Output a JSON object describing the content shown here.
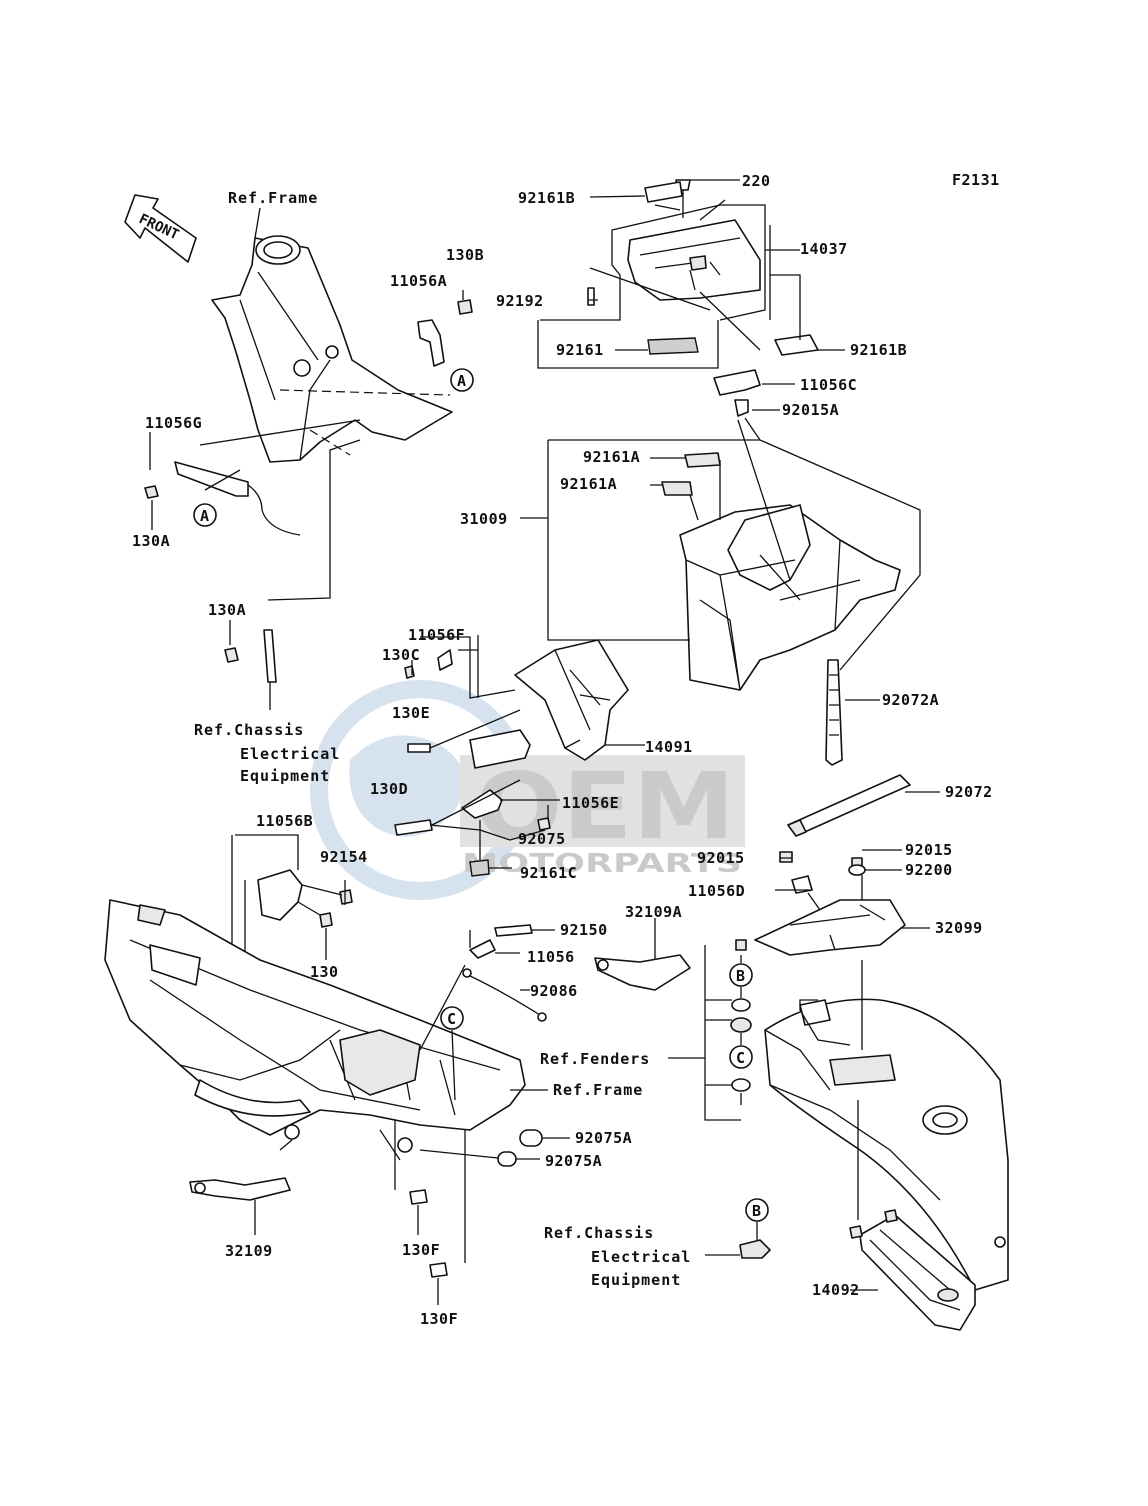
{
  "diagram": {
    "code": "F2131",
    "front_label": "FRONT",
    "watermark": {
      "brand": "OEM",
      "sub": "MOTORPARTS"
    },
    "references": {
      "ref_frame_top": "Ref.Frame",
      "ref_frame_mid": "Ref.Frame",
      "ref_fenders": "Ref.Fenders",
      "ref_chassis_1": [
        "Ref.Chassis",
        "Electrical",
        "Equipment"
      ],
      "ref_chassis_2": [
        "Ref.Chassis",
        "Electrical",
        "Equipment"
      ]
    },
    "circle_markers": {
      "a": "A",
      "b": "B",
      "c": "C"
    },
    "part_labels": {
      "p220": "220",
      "p92161B_1": "92161B",
      "p14037": "14037",
      "p92192": "92192",
      "p92161": "92161",
      "p92161B_2": "92161B",
      "p11056C": "11056C",
      "p92015A": "92015A",
      "p130B": "130B",
      "p11056A": "11056A",
      "p11056G": "11056G",
      "p130A_1": "130A",
      "p92161A_1": "92161A",
      "p92161A_2": "92161A",
      "p31009": "31009",
      "p130A_2": "130A",
      "p11056F": "11056F",
      "p130C": "130C",
      "p130E": "130E",
      "p14091": "14091",
      "p92072A": "92072A",
      "p130D": "130D",
      "p11056E": "11056E",
      "p92075": "92075",
      "p92072": "92072",
      "p11056B": "11056B",
      "p92154": "92154",
      "p92161C": "92161C",
      "p92015_1": "92015",
      "p92015_2": "92015",
      "p92200": "92200",
      "p11056D": "11056D",
      "p32099": "32099",
      "p130": "130",
      "p92150": "92150",
      "p32109A": "32109A",
      "p11056": "11056",
      "p92086": "92086",
      "p92075A_1": "92075A",
      "p92075A_2": "92075A",
      "p32109": "32109",
      "p130F_1": "130F",
      "p130F_2": "130F",
      "p14092": "14092"
    }
  }
}
